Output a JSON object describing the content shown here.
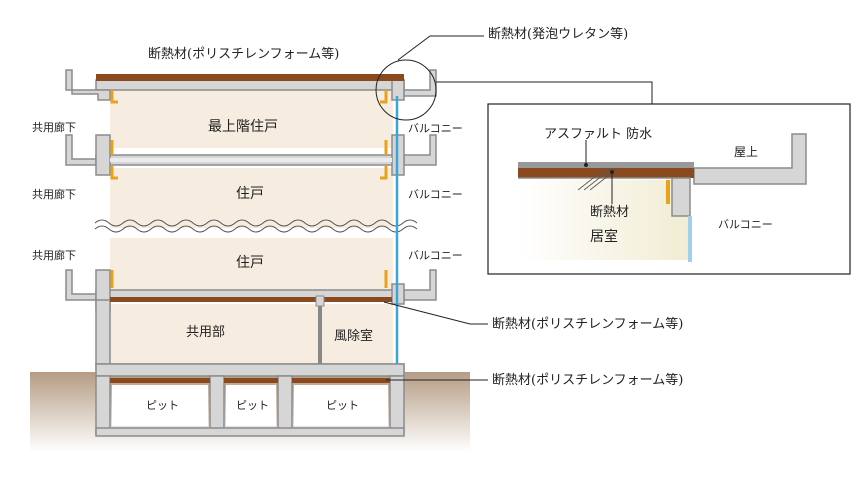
{
  "labels": {
    "roof_insulation": "断熱材(ポリスチレンフォーム等)",
    "foam_insulation": "断熱材(発泡ウレタン等)",
    "corridor_top": "共用廊下",
    "corridor_mid": "共用廊下",
    "corridor_low": "共用廊下",
    "top_unit": "最上階住戸",
    "unit_mid": "住戸",
    "unit_low": "住戸",
    "balcony_top": "バルコニー",
    "balcony_mid": "バルコニー",
    "balcony_low": "バルコニー",
    "common_area": "共用部",
    "windbreak_room": "風除室",
    "slab_insulation": "断熱材(ポリスチレンフォーム等)",
    "pit_insulation": "断熱材(ポリスチレンフォーム等)",
    "pit1": "ピット",
    "pit2": "ピット",
    "pit3": "ピット"
  },
  "detail": {
    "waterproof": "アスファルト 防水",
    "rooftop": "屋上",
    "insulation": "断熱材",
    "room": "居室",
    "balcony": "バルコニー"
  },
  "colors": {
    "concrete": "#d6d6d6",
    "concrete_edge": "#8c8c8c",
    "unit_fill": "#f7ece0",
    "insulation_brown": "#8a4a1e",
    "foam_orange": "#e8a21c",
    "glass_blue": "#3aa6d8",
    "ground": "#c2ab95"
  }
}
